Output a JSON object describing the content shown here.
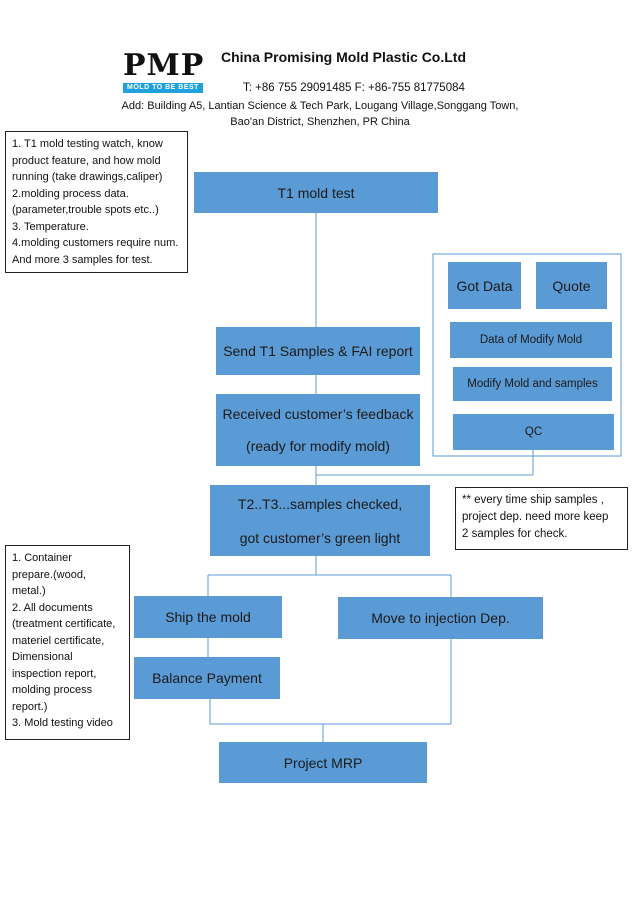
{
  "header": {
    "logo_text": "PMP",
    "logo_tagline": "MOLD TO BE BEST",
    "company": "China Promising Mold Plastic Co.Ltd",
    "phone": "T: +86 755 29091485 F: +86-755 81775084",
    "address_label": "Add:",
    "address_line1": "Add: Building A5, Lantian Science & Tech Park, Lougang Village,Songgang Town,",
    "address_line2": "Bao'an District, Shenzhen, PR China"
  },
  "notes": {
    "t1_checklist": [
      "1. T1 mold testing watch, know",
      "product feature, and how mold",
      "running (take drawings,caliper)",
      "2.molding process data.",
      "(parameter,trouble spots etc..)",
      "3. Temperature.",
      "4.molding customers require num.",
      "And more 3 samples for test."
    ],
    "keep_samples": [
      "** every time ship samples ,",
      "project dep. need more keep",
      "2 samples for check."
    ],
    "shipping_checklist": [
      "1. Container",
      "prepare.(wood,",
      "metal.)",
      "2. All documents",
      "(treatment certificate,",
      "materiel certificate,",
      "Dimensional",
      "inspection report,",
      "molding process",
      "report.)",
      "3. Mold testing video"
    ]
  },
  "flow": {
    "t1_test": "T1 mold test",
    "send_samples": "Send T1 Samples & FAI report",
    "feedback_line1": "Received customer’s feedback",
    "feedback_line2": "(ready for modify mold)",
    "checked_line1": "T2..T3...samples checked,",
    "checked_line2": "got customer’s green light",
    "ship_mold": "Ship the mold",
    "move_injection": "Move to injection Dep.",
    "balance_payment": "Balance Payment",
    "project_mrp": "Project MRP"
  },
  "modify_group": {
    "got_data": "Got Data",
    "quote": "Quote",
    "data_modify": "Data of Modify Mold",
    "modify_samples": "Modify Mold and samples",
    "qc": "QC"
  },
  "colors": {
    "box_fill": "#5b9bd5",
    "connector": "#5b9bd5",
    "logo_band": "#1ea1dd"
  }
}
